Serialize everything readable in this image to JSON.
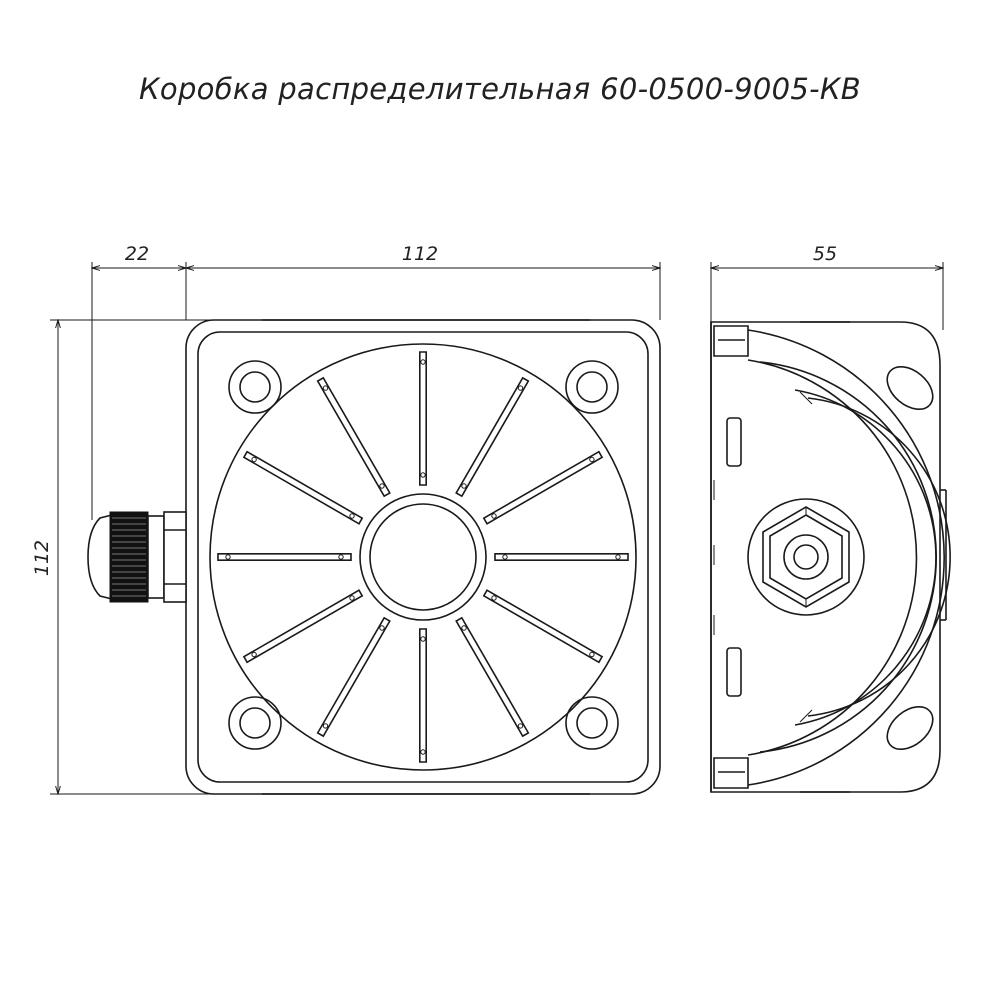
{
  "drawing": {
    "title": "Коробка распределительная 60-0500-9005-КВ",
    "dimensions": {
      "gland_length": "22",
      "width": "112",
      "depth": "55",
      "height": "112"
    }
  }
}
